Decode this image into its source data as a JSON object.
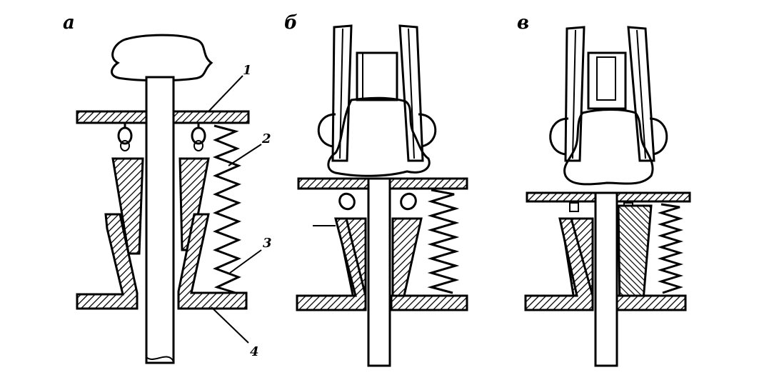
{
  "figure": {
    "panels": [
      {
        "letter": "а"
      },
      {
        "letter": "б"
      },
      {
        "letter": "в"
      }
    ],
    "callouts": [
      "1",
      "2",
      "3",
      "4"
    ],
    "colors": {
      "ink": "#000000",
      "paper": "#ffffff"
    }
  }
}
